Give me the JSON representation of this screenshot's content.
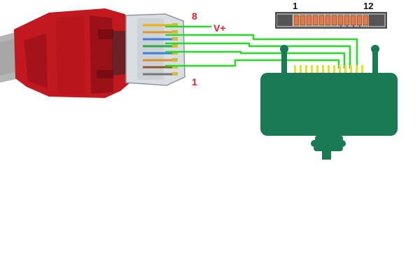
{
  "labels": {
    "pin_top": "8",
    "pin_bottom": "1",
    "vplus": "V+",
    "strip_left": "1",
    "strip_right": "12"
  },
  "colors": {
    "cable": "#c2181f",
    "cable_dark": "#8e0f15",
    "cable_outer": "#b0b0b0",
    "connector_body": "#1a7a55",
    "wire": "#22dd22",
    "pad": "#e8e02a",
    "strip_pin": "#e07a4a",
    "label_red": "#e8202a",
    "label_black": "#111111"
  },
  "icons": {
    "plug": "rj45-plug-icon",
    "connector": "twelve-pin-connector-icon",
    "strip": "pinout-strip-icon"
  }
}
